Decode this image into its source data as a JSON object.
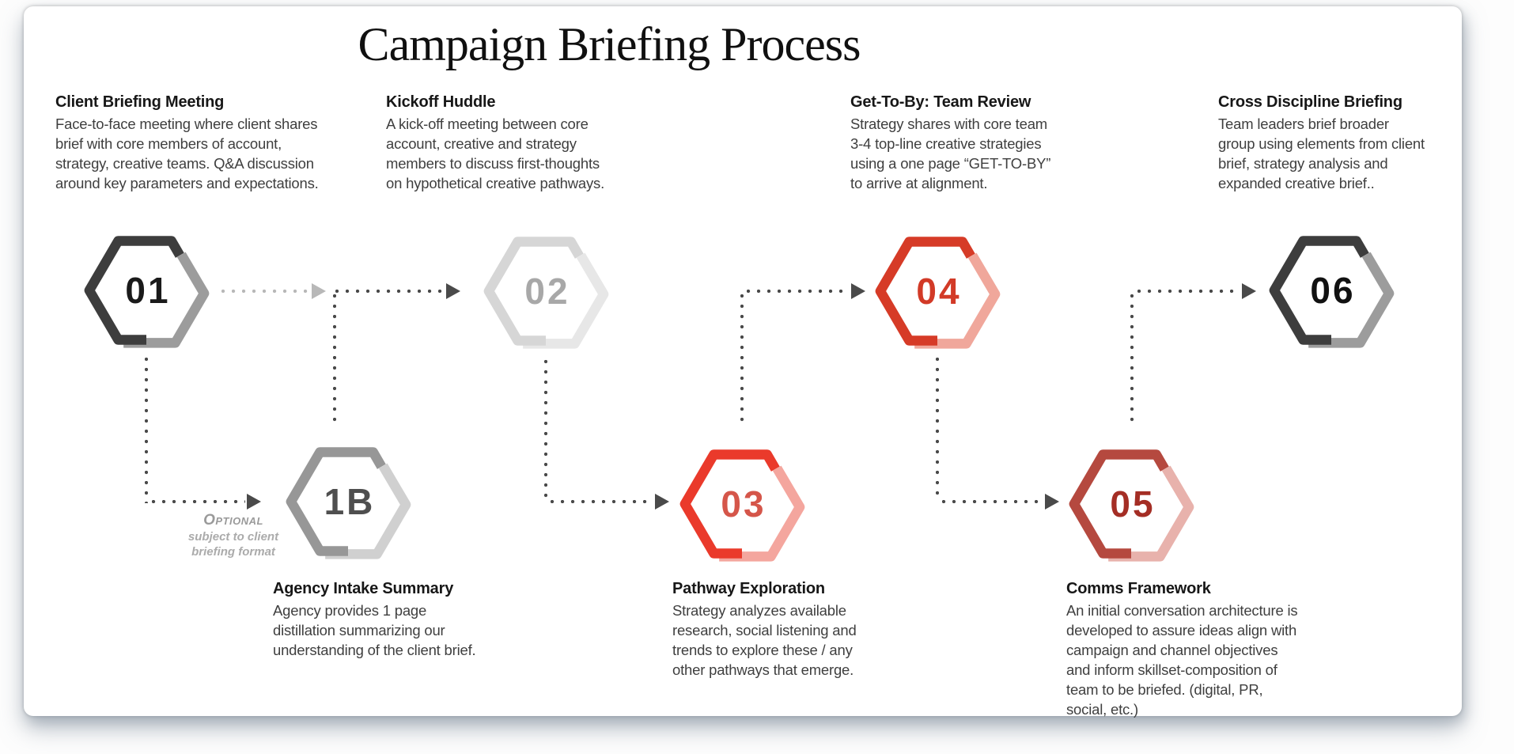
{
  "page": {
    "title": "Campaign Briefing Process"
  },
  "steps": [
    {
      "id": "01",
      "number": "01",
      "title": "Client Briefing Meeting",
      "description": "Face-to-face meeting where client shares\nbrief with core members of account,\nstrategy, creative teams. Q&A discussion\naround key parameters and expectations.",
      "colors": {
        "main": "#3d3d3d",
        "accent": "#9c9c9c",
        "number": "#1a1a1a"
      }
    },
    {
      "id": "1B",
      "number": "1B",
      "title": "Agency Intake Summary",
      "description": "Agency provides 1 page\ndistillation summarizing our\nunderstanding of the client brief.",
      "colors": {
        "main": "#979797",
        "accent": "#d0d0d0",
        "number": "#4f4f4f"
      }
    },
    {
      "id": "02",
      "number": "02",
      "title": "Kickoff Huddle",
      "description": "A kick-off meeting between core\naccount, creative and strategy\nmembers to discuss first-thoughts\non hypothetical creative pathways.",
      "colors": {
        "main": "#d6d6d6",
        "accent": "#e7e7e7",
        "number": "#a8a8a8"
      }
    },
    {
      "id": "03",
      "number": "03",
      "title": "Pathway Exploration",
      "description": "Strategy analyzes available\nresearch, social listening and\ntrends to explore these / any\nother pathways that emerge.",
      "colors": {
        "main": "#ea3a2b",
        "accent": "#f4a69e",
        "number": "#d5564a"
      }
    },
    {
      "id": "04",
      "number": "04",
      "title": "Get-To-By: Team Review",
      "description": "Strategy shares with core team\n3-4 top-line creative strategies\nusing a one page “GET-TO-BY”\nto arrive at alignment.",
      "colors": {
        "main": "#d63b27",
        "accent": "#f0a79b",
        "number": "#d23a27"
      }
    },
    {
      "id": "05",
      "number": "05",
      "title": "Comms Framework",
      "description": "An initial conversation architecture is\ndeveloped to assure ideas align with\ncampaign and channel objectives\nand inform skillset-composition of\nteam to be briefed. (digital, PR,\nsocial, etc.)",
      "colors": {
        "main": "#b5493f",
        "accent": "#e8b2ac",
        "number": "#a42e25"
      }
    },
    {
      "id": "06",
      "number": "06",
      "title": "Cross Discipline Briefing",
      "description": "Team leaders brief broader\ngroup using elements from client\nbrief, strategy analysis and\nexpanded creative brief..",
      "colors": {
        "main": "#3d3d3d",
        "accent": "#9c9c9c",
        "number": "#111111"
      }
    }
  ],
  "optional_note": {
    "line1": "Optional",
    "line2": "subject to client",
    "line3": "briefing format"
  },
  "connectors": {
    "dark_dot_color": "#4a4a4a",
    "light_dot_color": "#b8b8b8",
    "edges": [
      {
        "from": "01",
        "to": "02",
        "style": "light-dotted"
      },
      {
        "from": "01",
        "to": "1B",
        "style": "dark-dotted"
      },
      {
        "from": "1B",
        "to": "02",
        "style": "dark-dotted"
      },
      {
        "from": "02",
        "to": "03",
        "style": "dark-dotted"
      },
      {
        "from": "03",
        "to": "04",
        "style": "dark-dotted"
      },
      {
        "from": "04",
        "to": "05",
        "style": "dark-dotted"
      },
      {
        "from": "05",
        "to": "06",
        "style": "dark-dotted"
      }
    ]
  }
}
